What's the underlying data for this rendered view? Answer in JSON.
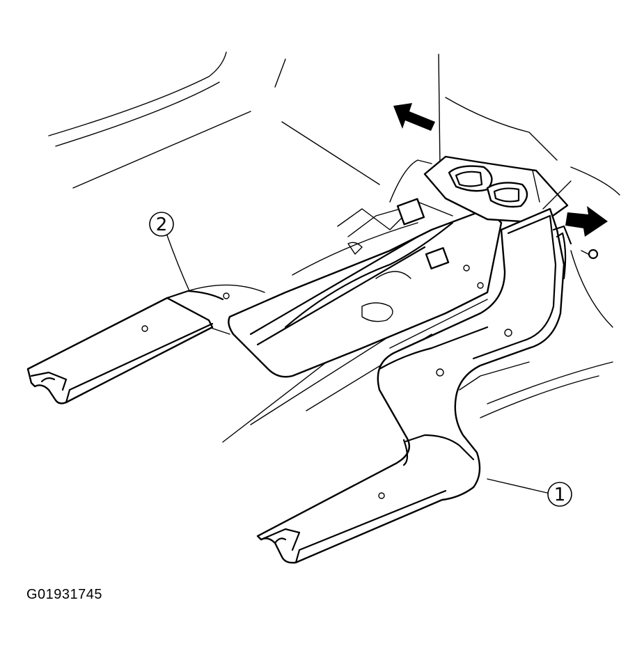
{
  "callouts": {
    "callout_1": "1",
    "callout_2": "2"
  },
  "figure_id": "G01931745",
  "arrows": [
    "arrow-upper-left",
    "arrow-right"
  ]
}
